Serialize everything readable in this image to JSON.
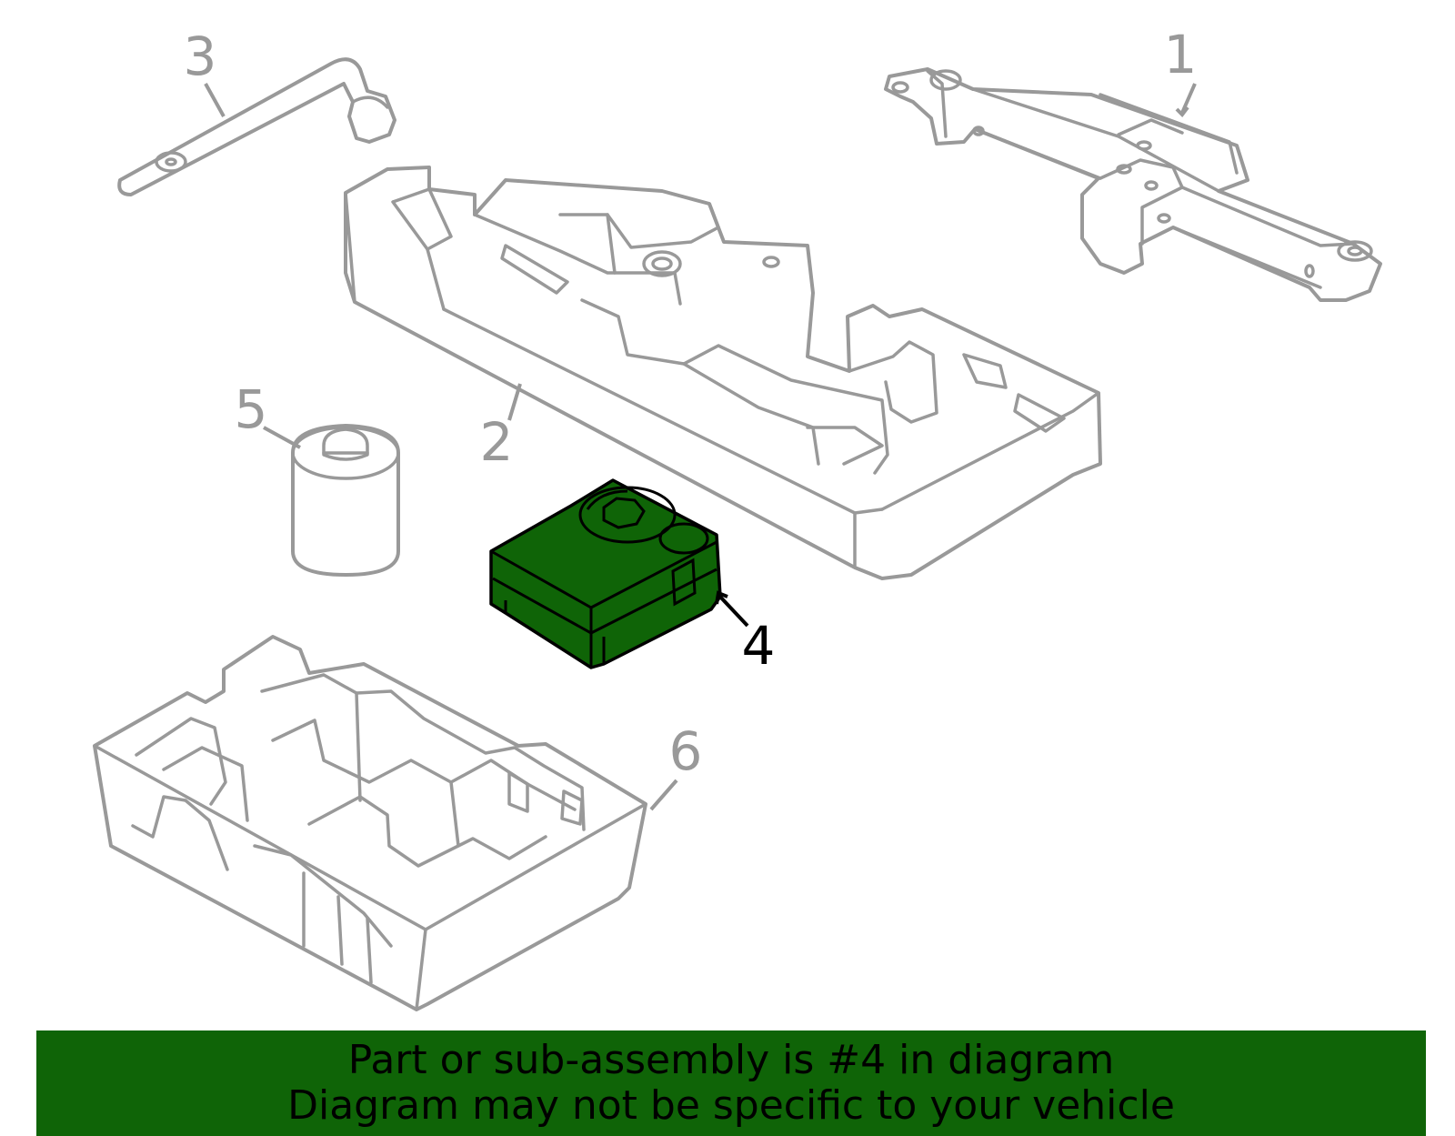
{
  "diagram": {
    "callouts": [
      {
        "id": "1",
        "label": "1"
      },
      {
        "id": "2",
        "label": "2"
      },
      {
        "id": "3",
        "label": "3"
      },
      {
        "id": "4",
        "label": "4"
      },
      {
        "id": "5",
        "label": "5"
      },
      {
        "id": "6",
        "label": "6"
      }
    ],
    "highlight_part": "4",
    "highlight_color": "#0f6407",
    "line_color": "#999999"
  },
  "banner": {
    "line1": "Part or sub-assembly is #4 in diagram",
    "line2": "Diagram may not be specific to your vehicle",
    "background": "#0f6407"
  }
}
